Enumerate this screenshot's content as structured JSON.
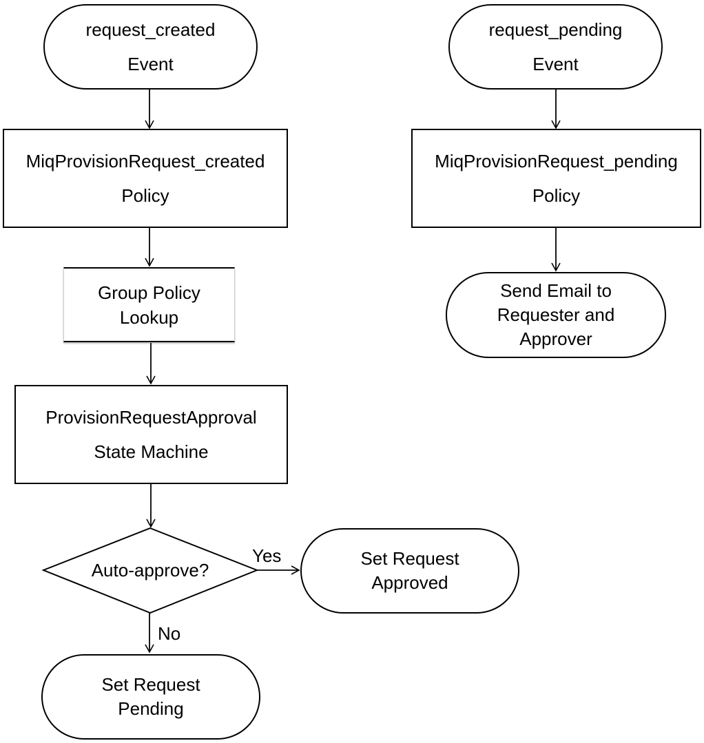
{
  "nodes": {
    "request_created_event": {
      "line1": "request_created",
      "line2": "Event"
    },
    "created_policy": {
      "line1": "MiqProvisionRequest_created",
      "line2": "Policy"
    },
    "group_policy_lookup": {
      "line1": "Group Policy",
      "line2": "Lookup"
    },
    "approval_state_machine": {
      "line1": "ProvisionRequestApproval",
      "line2": "State Machine"
    },
    "auto_approve_decision": {
      "label": "Auto-approve?"
    },
    "set_request_approved": {
      "line1": "Set Request",
      "line2": "Approved"
    },
    "set_request_pending": {
      "line1": "Set Request",
      "line2": "Pending"
    },
    "request_pending_event": {
      "line1": "request_pending",
      "line2": "Event"
    },
    "pending_policy": {
      "line1": "MiqProvisionRequest_pending",
      "line2": "Policy"
    },
    "send_email": {
      "line1": "Send Email to",
      "line2": "Requester and",
      "line3": "Approver"
    }
  },
  "edge_labels": {
    "yes": "Yes",
    "no": "No"
  },
  "colors": {
    "stroke": "#000000",
    "background": "#ffffff"
  }
}
